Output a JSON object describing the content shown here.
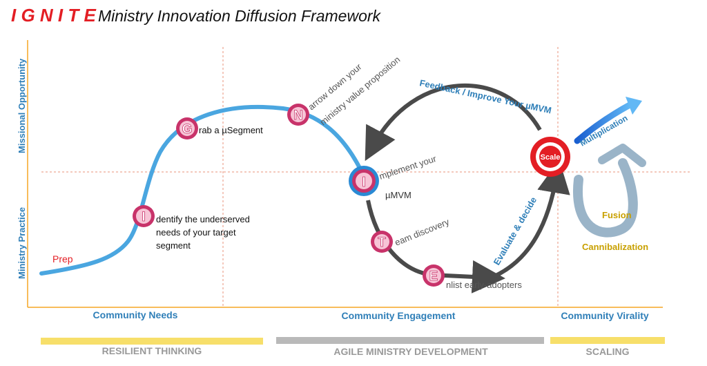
{
  "header": {
    "brand": "I G N I T E",
    "title": "Ministry Innovation Diffusion Framework"
  },
  "axes": {
    "y_top": "Missional Opportunity",
    "y_bottom": "Ministry Practice"
  },
  "columns": [
    {
      "label": "Community Needs"
    },
    {
      "label": "Community Engagement"
    },
    {
      "label": "Community Virality"
    }
  ],
  "bands": [
    {
      "label": "RESILIENT THINKING"
    },
    {
      "label": "AGILE MINISTRY DEVELOPMENT"
    },
    {
      "label": "SCALING"
    }
  ],
  "steps": {
    "prep": "Prep",
    "i1_letter": "I",
    "i1_text_line1": "dentify the underserved",
    "i1_text_line2": "needs of your target",
    "i1_text_line3": "segment",
    "g_letter": "G",
    "g_text": "rab a µSegment",
    "n_letter": "N",
    "n_text_line1": "arrow down your",
    "n_text_line2": "ministry value proposition",
    "i2_letter": "I",
    "i2_text_line1": "mplement your",
    "i2_text_line2": "µMVM",
    "t_letter": "T",
    "t_text": "eam discovery",
    "e_letter": "E",
    "e_text": "nlist early-adopters"
  },
  "loop": {
    "feedback": "Feedback / Improve Your µMVM",
    "evaluate": "Evaluate & decide",
    "scale": "Scale"
  },
  "virality": {
    "multiplication": "Multiplication",
    "fusion": "Fusion",
    "cannibalization": "Cannibalization"
  },
  "colors": {
    "brand_red": "#e31e24",
    "axis_orange": "#f5a623",
    "curve_blue": "#4aa6e0",
    "label_blue": "#2f7fb8",
    "step_pink": "#c8336a",
    "loop_dark": "#4a4a4a",
    "band_yellow": "#f7df6a",
    "band_gray": "#b9b9b9",
    "gold": "#c8a000",
    "fusion_gray": "#9ab4c8"
  }
}
